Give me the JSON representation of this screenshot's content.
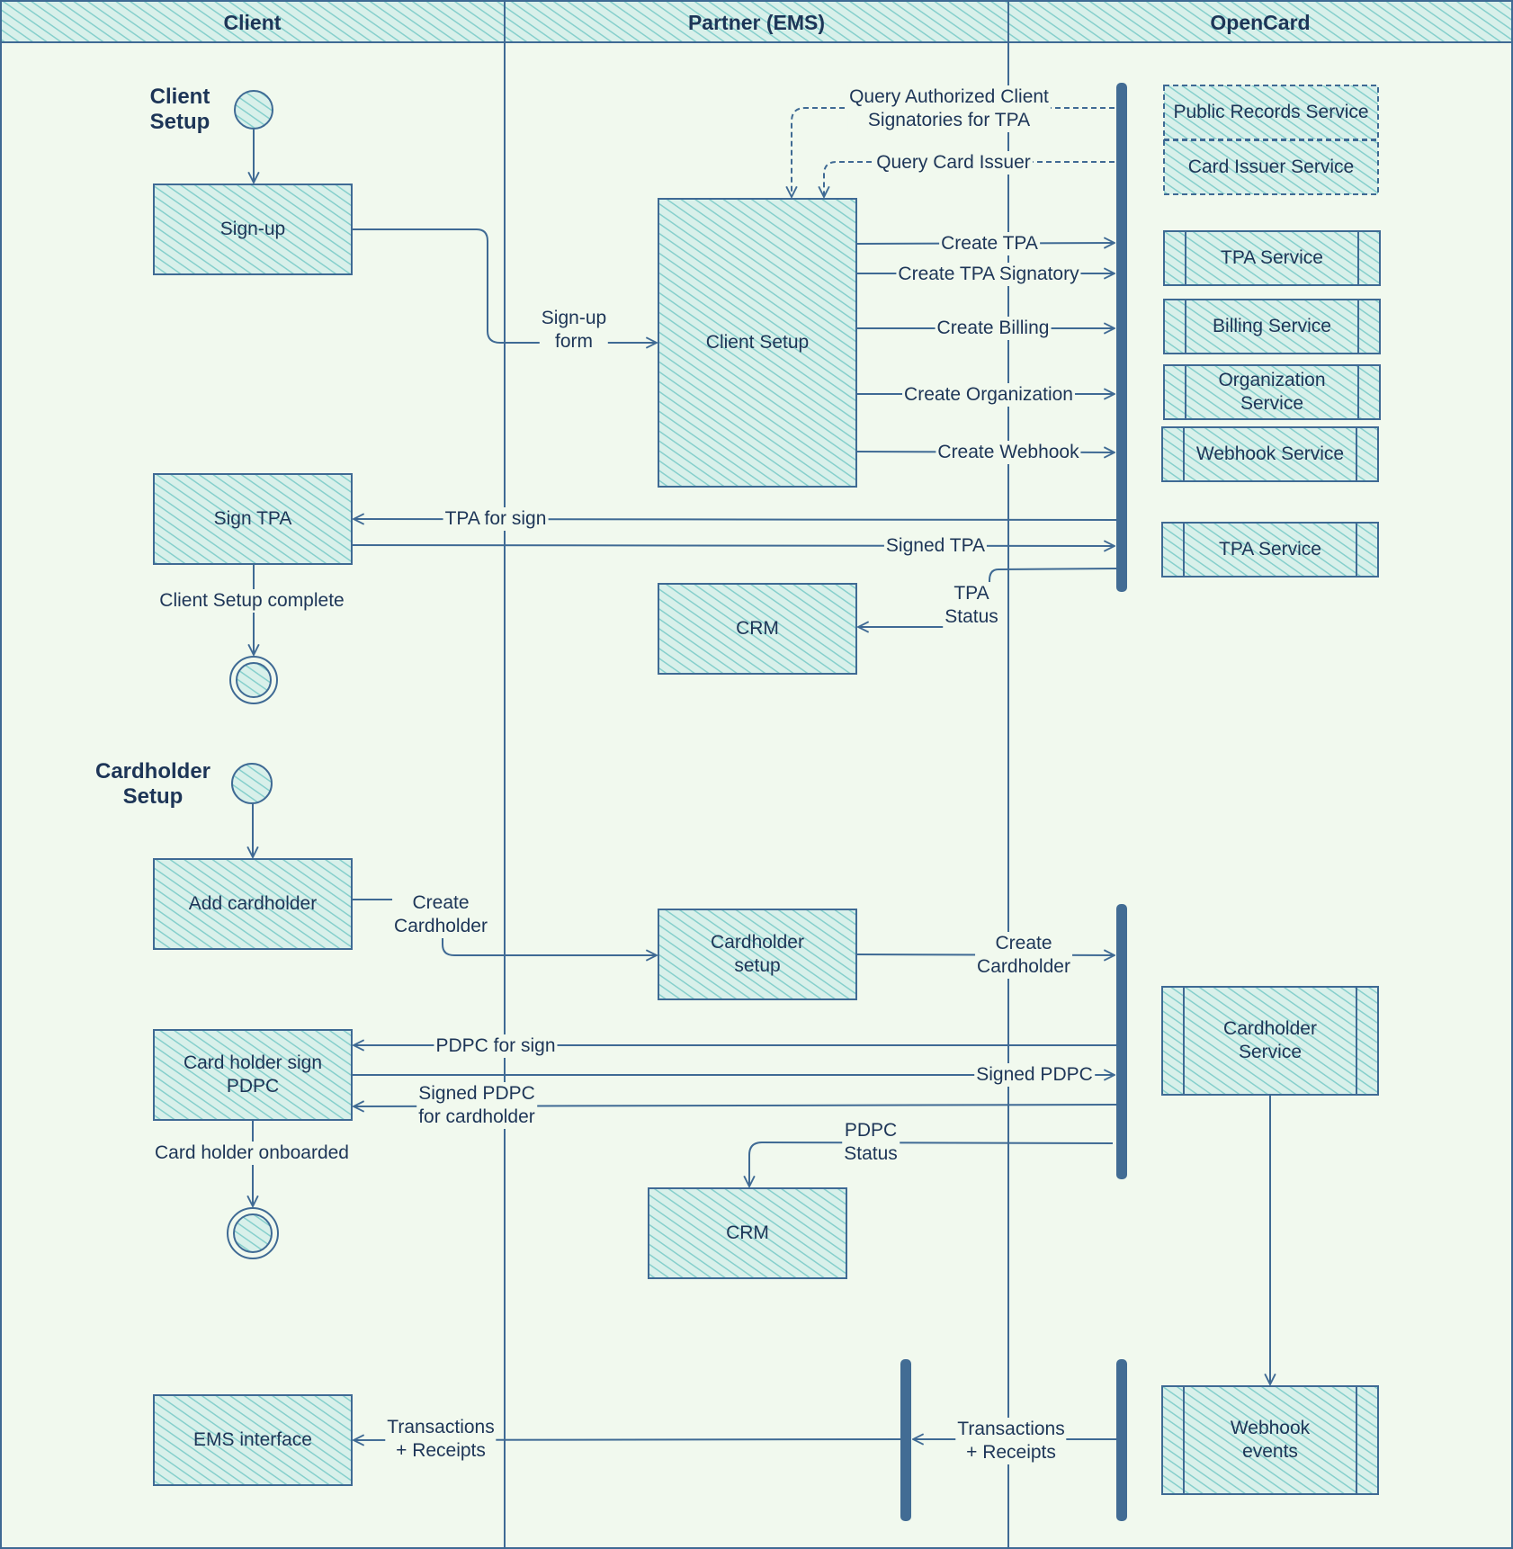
{
  "lanes": [
    {
      "key": "client",
      "label": "Client"
    },
    {
      "key": "partner",
      "label": "Partner (EMS)"
    },
    {
      "key": "opencard",
      "label": "OpenCard"
    }
  ],
  "sections": {
    "client_setup_title": "Client\nSetup",
    "cardholder_setup_title": "Cardholder\nSetup"
  },
  "nodes": {
    "signup": "Sign-up",
    "client_setup": "Client Setup",
    "sign_tpa": "Sign TPA",
    "crm_1": "CRM",
    "add_cardholder": "Add cardholder",
    "cardholder_setup": "Cardholder\nsetup",
    "card_holder_sign_pdpc": "Card holder sign\nPDPC",
    "crm_2": "CRM",
    "ems_interface": "EMS interface"
  },
  "services": {
    "public_records": "Public Records Service",
    "card_issuer": "Card Issuer Service",
    "tpa_service_1": "TPA Service",
    "billing": "Billing Service",
    "organization": "Organization\nService",
    "webhook": "Webhook Service",
    "tpa_service_2": "TPA Service",
    "cardholder": "Cardholder\nService",
    "webhook_events": "Webhook\nevents"
  },
  "edges": {
    "signup_form": "Sign-up\nform",
    "query_signatories": "Query Authorized Client\nSignatories for TPA",
    "query_card_issuer": "Query Card Issuer",
    "create_tpa": "Create TPA",
    "create_tpa_signatory": "Create TPA Signatory",
    "create_billing": "Create Billing",
    "create_organization": "Create Organization",
    "create_webhook": "Create Webhook",
    "tpa_for_sign": "TPA for sign",
    "signed_tpa": "Signed TPA",
    "tpa_status": "TPA\nStatus",
    "client_setup_complete": "Client Setup complete",
    "create_cardholder_1": "Create\nCardholder",
    "create_cardholder_2": "Create\nCardholder",
    "pdpc_for_sign": "PDPC for sign",
    "signed_pdpc": "Signed PDPC",
    "signed_pdpc_for_cardholder": "Signed PDPC\nfor cardholder",
    "pdpc_status": "PDPC\nStatus",
    "card_holder_onboarded": "Card holder onboarded",
    "transactions_1": "Transactions\n+ Receipts",
    "transactions_2": "Transactions\n+ Receipts"
  },
  "colors": {
    "background": "#f1f9ee",
    "ink": "#1d3557",
    "stroke": "#3f6a94",
    "fill_hatch": "#8fd3d1",
    "fill_base": "#d4efe9",
    "bar": "#426c94"
  }
}
